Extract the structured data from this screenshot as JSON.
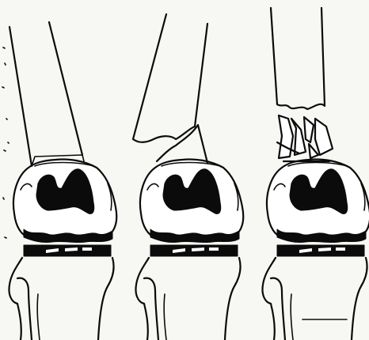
{
  "colors": {
    "background": "#f7f7f3",
    "ink": "#0b0b0b",
    "bone": "#ffffff"
  },
  "panels": [
    {
      "id": "intact-femur"
    },
    {
      "id": "oblique-fracture"
    },
    {
      "id": "comminuted-fracture"
    }
  ]
}
